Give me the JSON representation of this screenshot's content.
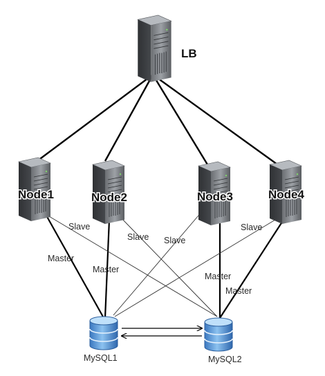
{
  "diagram": {
    "lb": {
      "label": "LB"
    },
    "nodes": [
      {
        "label": "Node1"
      },
      {
        "label": "Node2"
      },
      {
        "label": "Node3"
      },
      {
        "label": "Node4"
      }
    ],
    "databases": [
      {
        "label": "MySQL1"
      },
      {
        "label": "MySQL2"
      }
    ],
    "edge_labels": {
      "slave": "Slave",
      "master": "Master"
    },
    "colors": {
      "server_dark": "#3a3c3f",
      "server_light": "#9a9ea3",
      "db_blue": "#4f8fd3",
      "db_light": "#bcdcf7",
      "line": "#000000"
    }
  }
}
